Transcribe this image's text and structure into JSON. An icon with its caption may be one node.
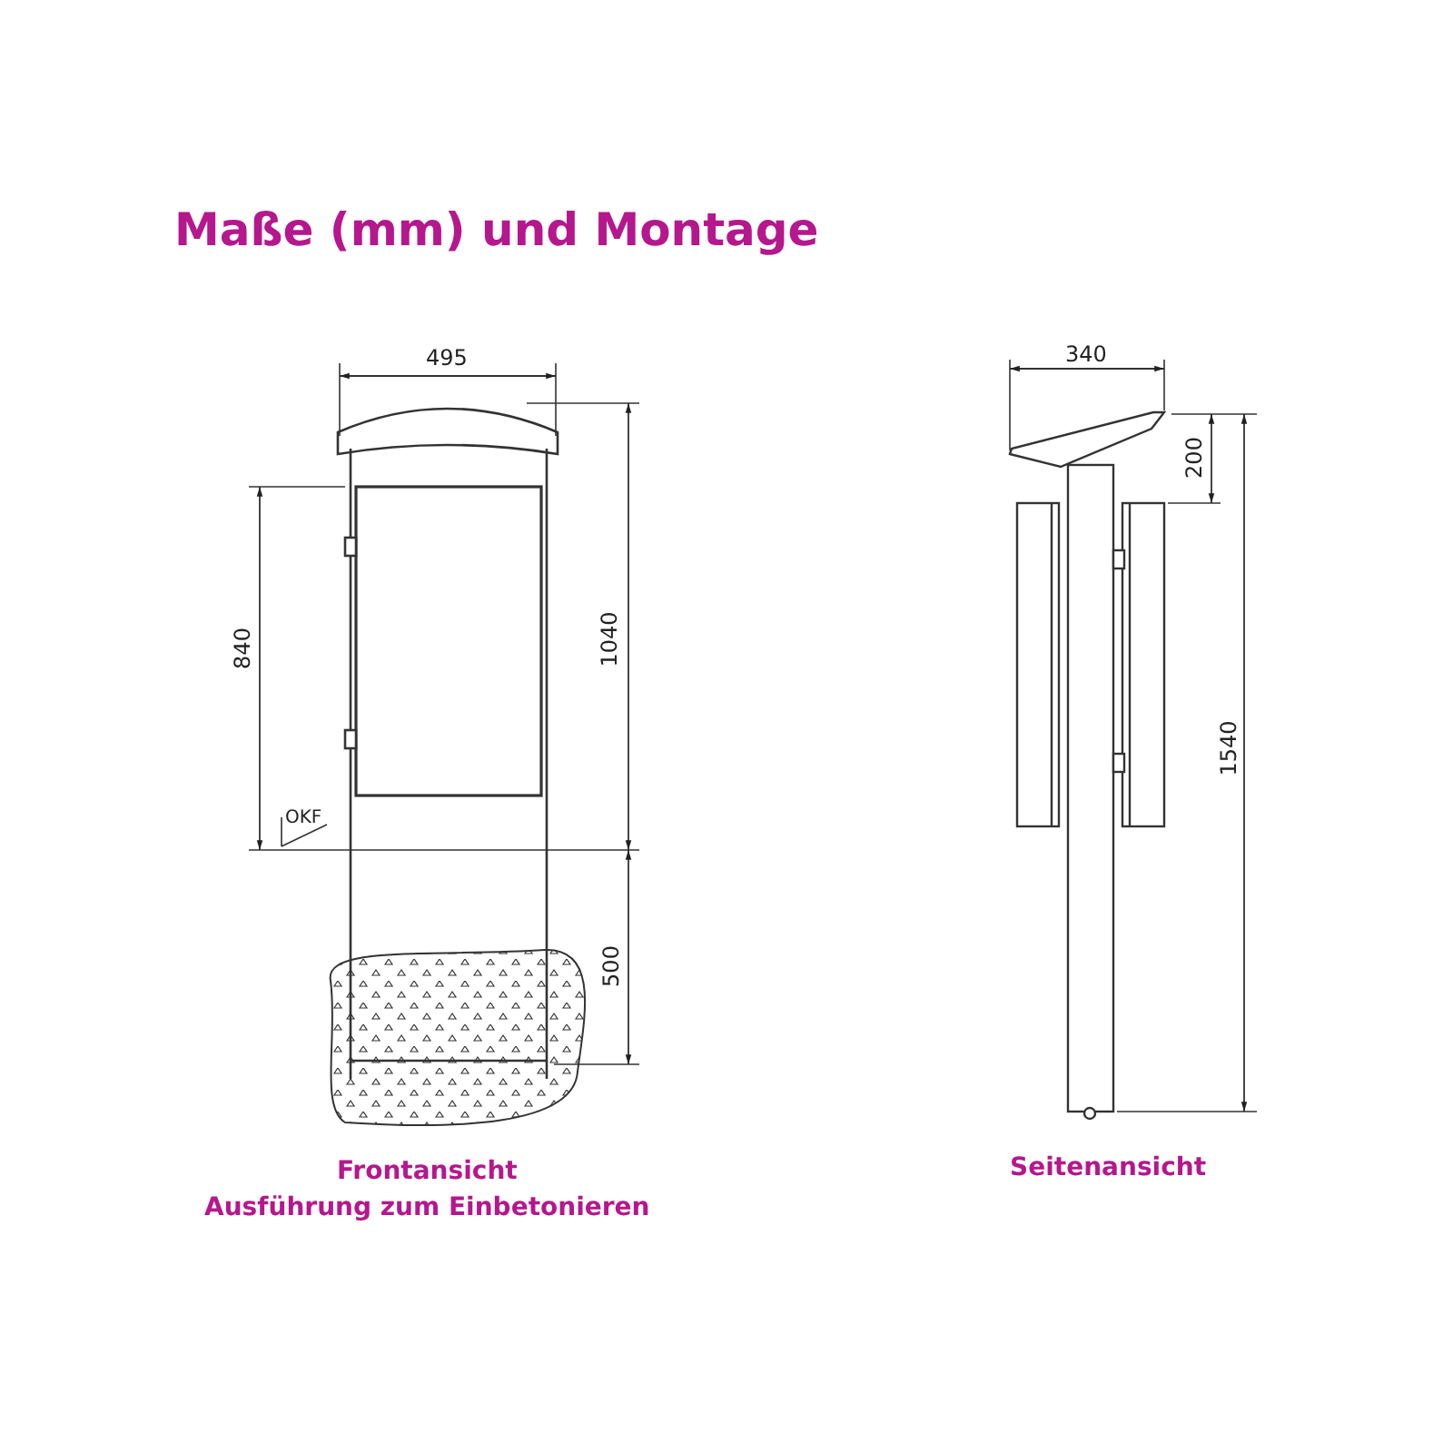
{
  "diagram": {
    "title": "Maße (mm) und Montage",
    "labels": [
      "495",
      "340",
      "200",
      "840",
      "1040",
      "1540",
      "OKF",
      "500",
      "Frontansicht",
      "Ausführung zum Einbetonieren",
      "Seitenansicht"
    ]
  }
}
